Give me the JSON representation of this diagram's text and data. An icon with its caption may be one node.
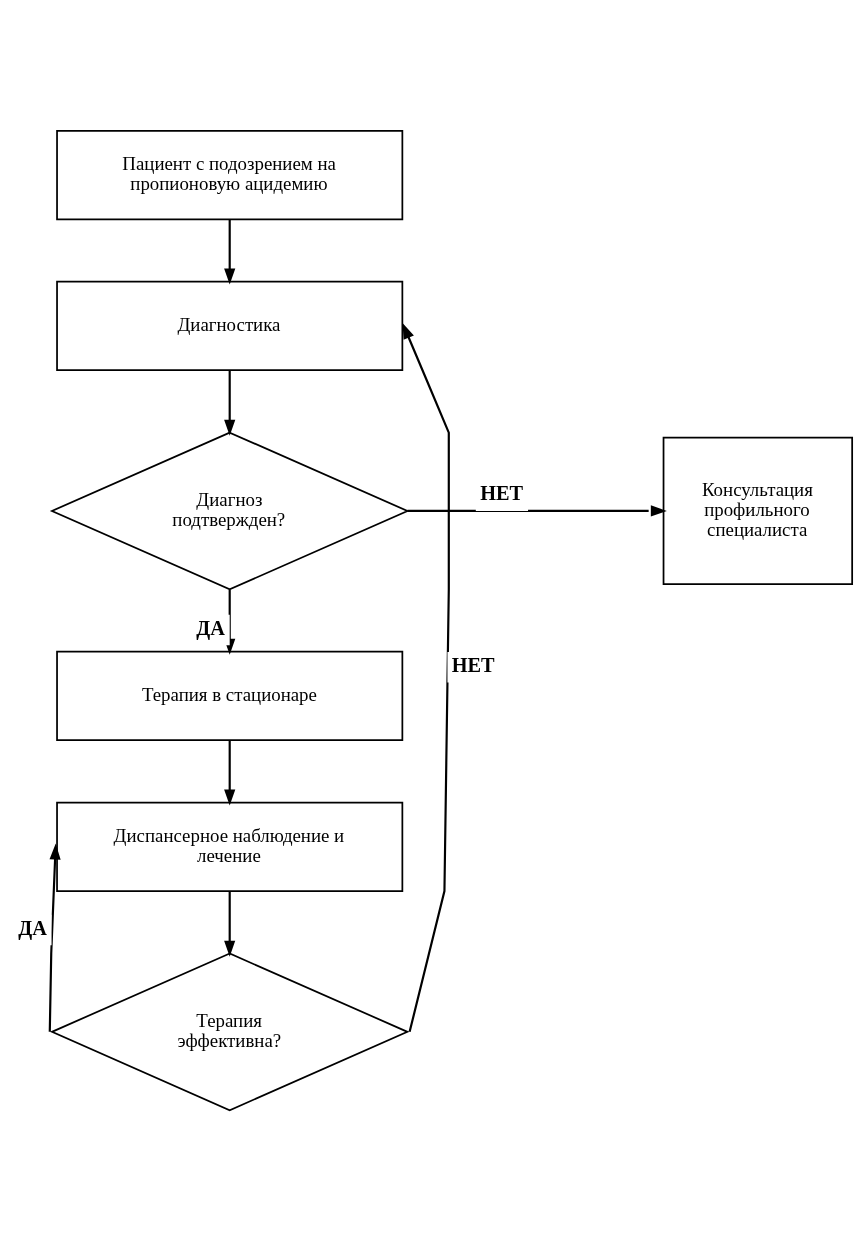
{
  "diagram": {
    "nodes": [
      {
        "text": [
          "Пациент с подозрением на пропионовую ацидемию"
        ]
      },
      {
        "text": [
          "Диагностика"
        ]
      },
      {
        "text": [
          "Консультация профильного специалиста"
        ]
      },
      {
        "text": [
          "Диагноз подтвержден?"
        ]
      },
      {
        "text": [
          "Терапия в стационаре"
        ]
      },
      {
        "text": [
          "Диспансерное наблюдение и лечение"
        ]
      },
      {
        "text": [
          "Терапия эффективна?"
        ]
      }
    ],
    "edges": [
      {
        "from": 0,
        "to": 1,
        "arrow": "to"
      },
      {
        "from": 1,
        "to": 3,
        "arrow": "to"
      },
      {
        "from": 3,
        "to": 2,
        "arrow": "to",
        "label": "НЕТ"
      },
      {
        "from": 3,
        "to": 4,
        "arrow": "to",
        "label": "ДА"
      },
      {
        "from": 4,
        "to": 5,
        "arrow": "to"
      },
      {
        "from": 5,
        "to": 6,
        "arrow": "to"
      },
      {
        "from": 6,
        "to": 5,
        "arrow": "to",
        "label": "ДА"
      },
      {
        "from": 6,
        "to": 1,
        "arrow": "to",
        "label": "НЕТ"
      }
    ]
  }
}
